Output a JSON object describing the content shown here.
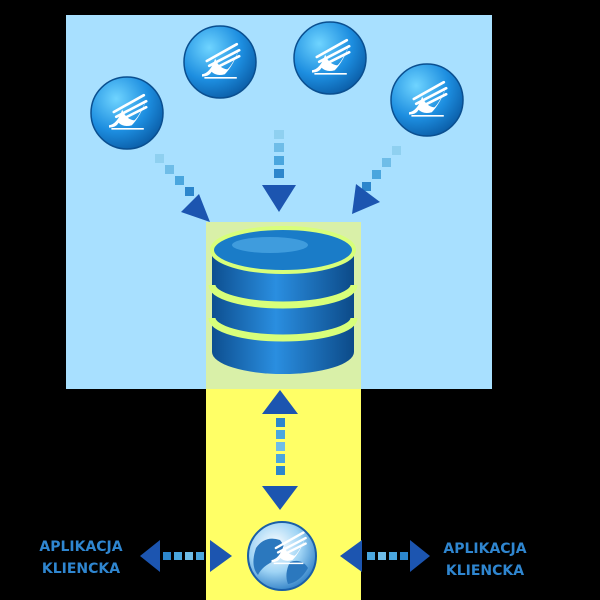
{
  "client_left": {
    "line1": "APLIKACJA",
    "line2": "KLIENCKA"
  },
  "client_right": {
    "line1": "APLIKACJA",
    "line2": "KLIENCKA"
  },
  "colors": {
    "background": "#000000",
    "source_panel": "#a8e0ff",
    "highlight_column": "#ffff66",
    "database": "#1670b8",
    "database_rings": "#d8ff7a",
    "arrow": "#1c55b0",
    "label": "#2f86d0"
  }
}
